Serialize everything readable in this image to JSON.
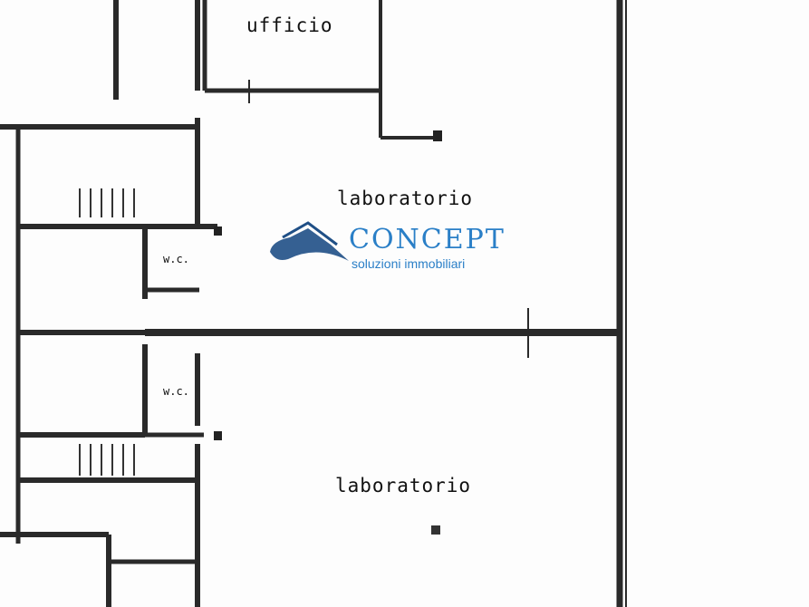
{
  "rooms": {
    "office": "ufficio",
    "lab_top": "laboratorio",
    "lab_bottom": "laboratorio",
    "wc_top": "w.c.",
    "wc_bottom": "w.c."
  },
  "watermark": {
    "brand": "CONCEPT",
    "tagline": "soluzioni immobiliari",
    "color": "#2a7fc7",
    "logo_color": "#1f4f86"
  }
}
